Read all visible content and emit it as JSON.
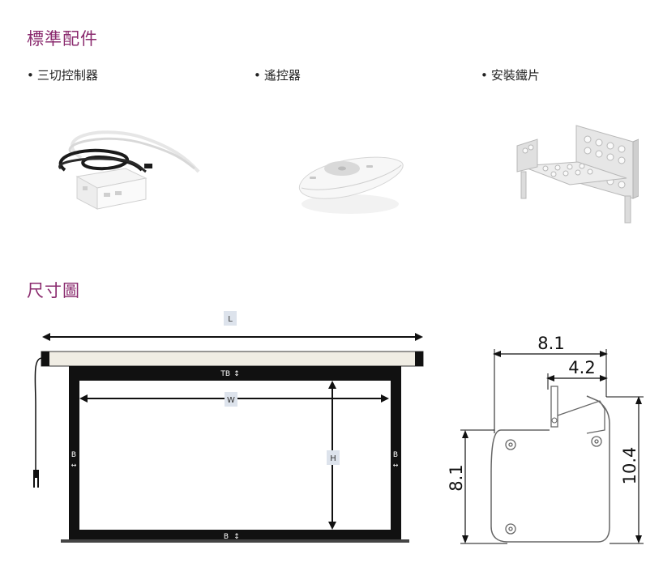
{
  "sections": {
    "accessories_title": "標準配件",
    "dimensions_title": "尺寸圖"
  },
  "accessories": [
    {
      "bullet": "•",
      "label": "三切控制器"
    },
    {
      "bullet": "•",
      "label": "遙控器"
    },
    {
      "bullet": "•",
      "label": "安裝鐵片"
    }
  ],
  "screen_diagram": {
    "length_label": "L",
    "width_label": "W",
    "height_label": "H",
    "top_border_label": "TB",
    "side_border_left_label": "B",
    "side_border_right_label": "B",
    "bottom_border_label": "B"
  },
  "housing_diagram": {
    "top_width": "8.1",
    "inner_width": "4.2",
    "left_height": "8.1",
    "right_height": "10.4"
  },
  "colors": {
    "title": "#8a2a6e",
    "label_box": "#dde3ec",
    "frame": "#111111"
  }
}
